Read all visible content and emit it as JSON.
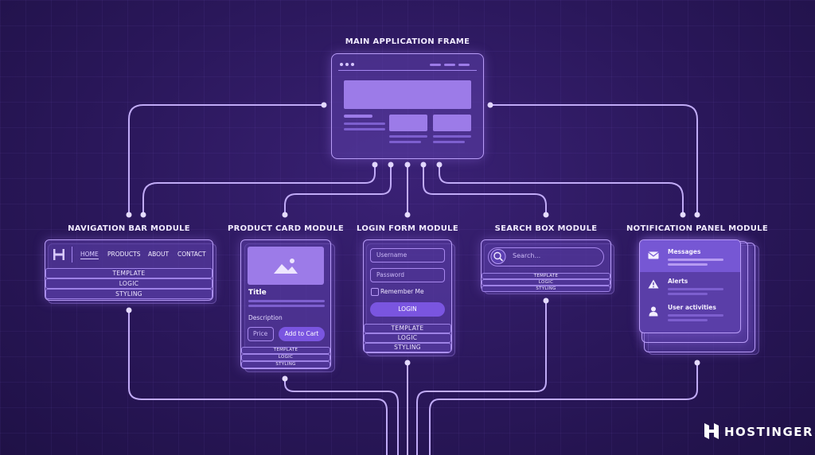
{
  "diagram": {
    "main_frame": {
      "title": "MAIN APPLICATION FRAME"
    },
    "modules": [
      {
        "key": "nav",
        "title": "NAVIGATION BAR MODULE"
      },
      {
        "key": "product",
        "title": "PRODUCT CARD MODULE"
      },
      {
        "key": "login",
        "title": "LOGIN FORM MODULE"
      },
      {
        "key": "search",
        "title": "SEARCH BOX MODULE"
      },
      {
        "key": "notify",
        "title": "NOTIFICATION PANEL MODULE"
      }
    ],
    "layers": [
      "TEMPLATE",
      "LOGIC",
      "STYLING"
    ],
    "product_layers": [
      "TEMPLATE",
      "LOGIC",
      "STYLING"
    ]
  },
  "nav_module": {
    "logo_icon": "h-logo-icon",
    "items": [
      "HOME",
      "PRODUCTS",
      "ABOUT",
      "CONTACT"
    ]
  },
  "product_module": {
    "image_icon": "image-placeholder-icon",
    "title": "Title",
    "description": "Description",
    "price": "Price",
    "add_to_cart": "Add to Cart"
  },
  "login_module": {
    "username_placeholder": "Username",
    "password_placeholder": "Password",
    "remember_me": "Remember Me",
    "login_button": "LOGIN"
  },
  "search_module": {
    "search_icon": "search-icon",
    "placeholder": "Search..."
  },
  "notification_module": {
    "items": [
      {
        "icon": "mail-icon",
        "label": "Messages"
      },
      {
        "icon": "warning-icon",
        "label": "Alerts"
      },
      {
        "icon": "user-icon",
        "label": "User activities"
      }
    ]
  },
  "brand": {
    "name": "HOSTINGER",
    "logo_icon": "hostinger-logo-icon"
  },
  "colors": {
    "background": "#2a175a",
    "wire": "#c9b3ff",
    "card_border": "#b89cf7",
    "accent": "#7a55e0"
  }
}
